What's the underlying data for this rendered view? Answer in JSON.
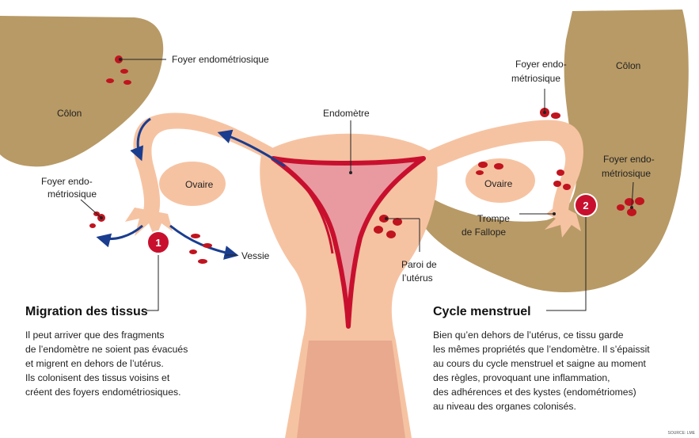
{
  "labels": {
    "colon_left": "Côlon",
    "colon_right": "Côlon",
    "focus_top_left": "Foyer endométriosique",
    "focus_left_1": "Foyer endo-",
    "focus_left_2": "métriosique",
    "focus_top_right_1": "Foyer endo-",
    "focus_top_right_2": "métriosique",
    "focus_right_1": "Foyer endo-",
    "focus_right_2": "métriosique",
    "endometrium": "Endomètre",
    "ovary_left": "Ovaire",
    "ovary_right": "Ovaire",
    "tube_1": "Trompe",
    "tube_2": "de Fallope",
    "uterus_wall_1": "Paroi de",
    "uterus_wall_2": "l’utérus",
    "bladder": "Vessie"
  },
  "badges": {
    "left": "1",
    "right": "2"
  },
  "migration": {
    "title": "Migration des tissus",
    "lines": [
      "Il peut arriver que des fragments",
      "de l’endomètre ne soient pas évacués",
      "et migrent en dehors de l’utérus.",
      "Ils colonisent des tissus voisins et",
      "créent des foyers endométriosiques."
    ]
  },
  "cycle": {
    "title": "Cycle menstruel",
    "lines": [
      "Bien qu’en dehors de l’utérus, ce tissu garde",
      "les mêmes propriétés que l’endomètre. Il s’épaissit",
      "au cours du cycle menstruel et saigne au moment",
      "des règles, provoquant une inflammation,",
      "des adhérences et des kystes (endométriomes)",
      "au niveau des organes colonisés."
    ]
  },
  "source": "SOURCE: LME",
  "colors": {
    "colon": "#b89a66",
    "organ": "#f6c3a2",
    "endometrium": "#c8102e",
    "focus": "#c0141f",
    "arrow": "#1a3d8f",
    "badge": "#c8102e"
  }
}
